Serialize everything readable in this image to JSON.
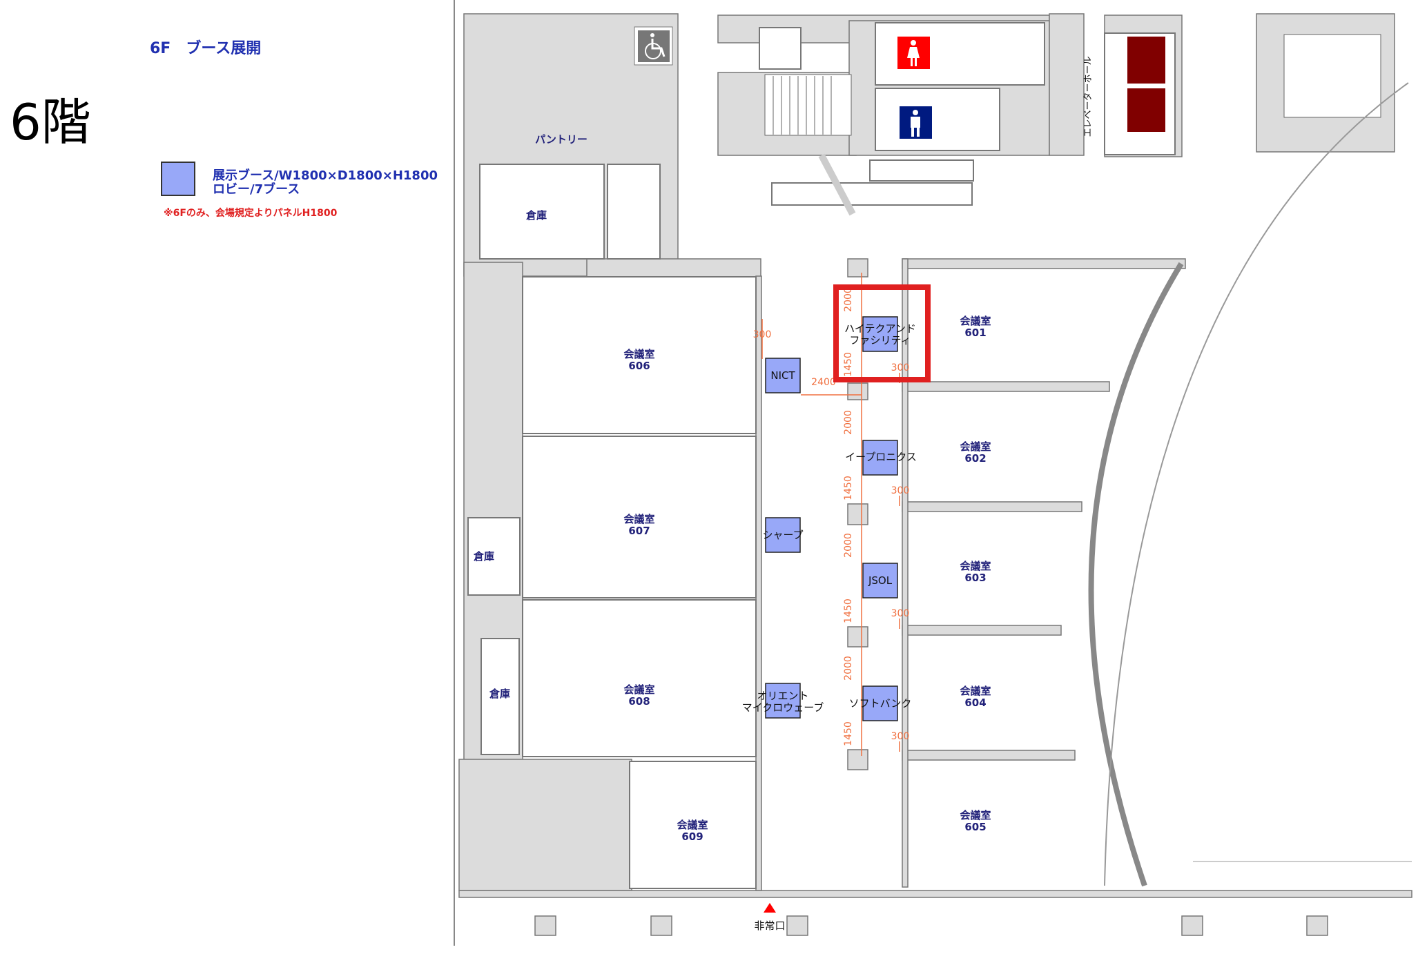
{
  "header": {
    "title": "6F　ブース展開",
    "floor_label": "6階"
  },
  "legend": {
    "line1": "展示ブース/W1800×D1800×H1800",
    "line2": "ロビー/7ブース",
    "note": "※6Fのみ、会場規定よりパネルH1800",
    "booth_color": "#98a8f8"
  },
  "rooms": {
    "pantry": "パントリー",
    "storage": "倉庫",
    "elevator_hall": "エレベーターホール",
    "meeting_room": "会議室",
    "numbers": [
      "601",
      "602",
      "603",
      "604",
      "605",
      "606",
      "607",
      "608",
      "609"
    ],
    "emergency_exit": "非常口"
  },
  "booths": [
    {
      "name": "NICT"
    },
    {
      "name": "ハイテクアンド",
      "name2": "ファシリティ",
      "highlighted": true
    },
    {
      "name": "イープロニクス"
    },
    {
      "name": "シャープ"
    },
    {
      "name": "JSOL"
    },
    {
      "name": "オリエント",
      "name2": "マイクロウェーブ"
    },
    {
      "name": "ソフトバンク"
    }
  ],
  "dimensions": {
    "d2000": "2000",
    "d1450": "1450",
    "d300": "300",
    "d2400": "2400"
  },
  "icons": [
    "wheelchair-icon",
    "female-restroom-icon",
    "male-restroom-icon",
    "emergency-exit-icon"
  ],
  "colors": {
    "highlight": "#e02020",
    "dimension": "#f07040",
    "wall": "#dcdcdc",
    "elevator": "#800000"
  }
}
